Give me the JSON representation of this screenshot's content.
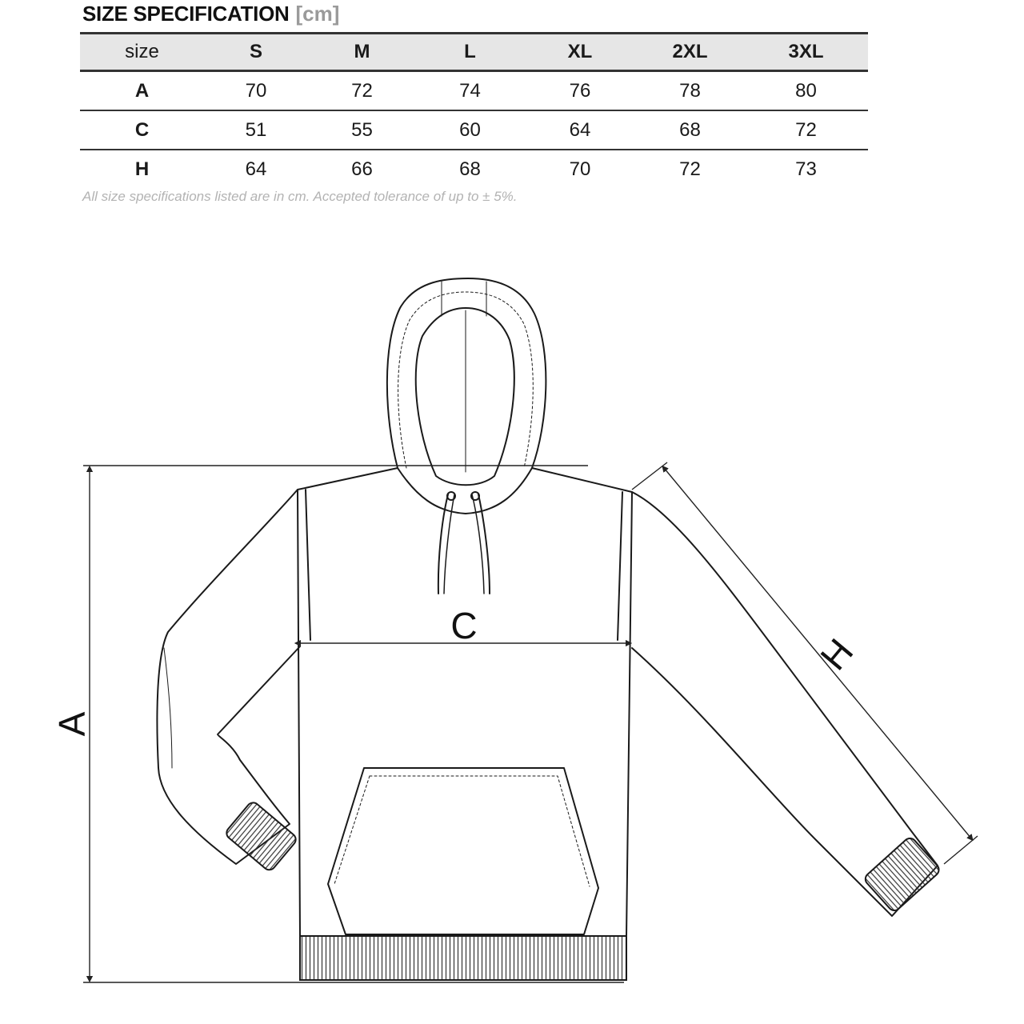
{
  "title": {
    "main": "SIZE SPECIFICATION",
    "unit": "[cm]"
  },
  "table": {
    "header": [
      "size",
      "S",
      "M",
      "L",
      "XL",
      "2XL",
      "3XL"
    ],
    "rows": [
      {
        "label": "A",
        "values": [
          "70",
          "72",
          "74",
          "76",
          "78",
          "80"
        ]
      },
      {
        "label": "C",
        "values": [
          "51",
          "55",
          "60",
          "64",
          "68",
          "72"
        ]
      },
      {
        "label": "H",
        "values": [
          "64",
          "66",
          "68",
          "70",
          "72",
          "73"
        ]
      }
    ]
  },
  "footnote": "All size specifications listed are in cm. Accepted tolerance of up to ± 5%.",
  "diagram": {
    "labels": {
      "length": "A",
      "chest": "C",
      "sleeve": "H"
    },
    "line_color": "#1a1a1a"
  }
}
